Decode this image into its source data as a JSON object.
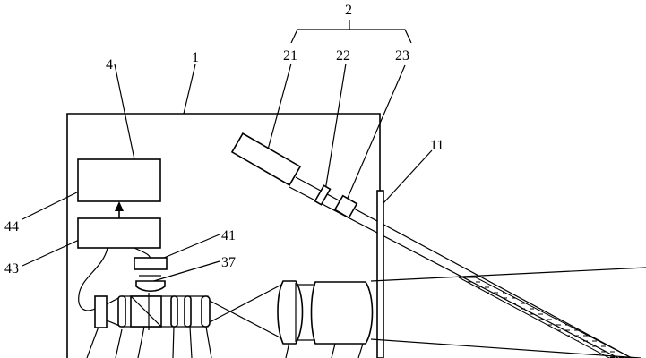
{
  "labels": {
    "l2": "2",
    "l21": "21",
    "l22": "22",
    "l23": "23",
    "l1": "1",
    "l4": "4",
    "l11": "11",
    "l44": "44",
    "l43": "43",
    "l41": "41",
    "l37": "37"
  },
  "colors": {
    "line": "#000000",
    "background": "#ffffff"
  }
}
